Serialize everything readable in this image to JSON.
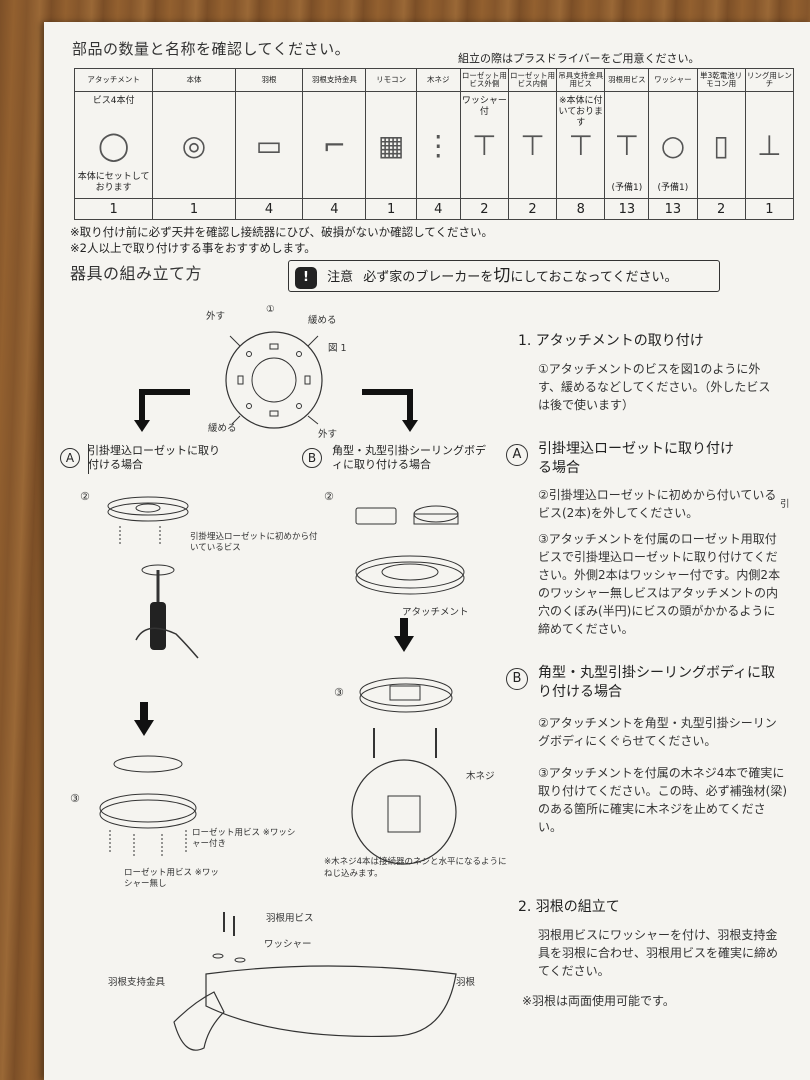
{
  "header": {
    "title": "部品の数量と名称を確認してください。",
    "right_note": "組立の際はプラスドライバーをご用意ください。"
  },
  "parts_table": {
    "columns": [
      {
        "name": "アタッチメント",
        "qty": "1",
        "note_top": "ビス4本付",
        "note_bottom": "本体にセットしております"
      },
      {
        "name": "本体",
        "qty": "1"
      },
      {
        "name": "羽根",
        "qty": "4"
      },
      {
        "name": "羽根支持金具",
        "qty": "4"
      },
      {
        "name": "リモコン",
        "qty": "1"
      },
      {
        "name": "木ネジ",
        "qty": "4"
      },
      {
        "name": "ローゼット用ビス外側",
        "qty": "2",
        "note_top": "ワッシャー付"
      },
      {
        "name": "ローゼット用ビス内側",
        "qty": "2"
      },
      {
        "name": "吊具支持金具用ビス",
        "qty": "8",
        "note_top": "※本体に付いております"
      },
      {
        "name": "羽根用ビス",
        "qty": "13",
        "note_bottom": "(予備1)"
      },
      {
        "name": "ワッシャー",
        "qty": "13",
        "note_bottom": "(予備1)"
      },
      {
        "name": "単3乾電池リモコン用",
        "qty": "2"
      },
      {
        "name": "リング用レンチ",
        "qty": "1"
      }
    ]
  },
  "warnings": [
    "※取り付け前に必ず天井を確認し接続器にひび、破損がないか確認してください。",
    "※2人以上で取り付けする事をおすすめします。"
  ],
  "assembly_title": "器具の組み立て方",
  "caution": {
    "label": "注意",
    "text_before": "必ず家のブレーカーを",
    "emphasis": "切",
    "text_after": "にしておこなってください。"
  },
  "figure1": {
    "label": "図 1",
    "step": "①",
    "remove_label": "外す",
    "loosen_label": "緩める"
  },
  "case_a": {
    "letter": "A",
    "title": "引掛埋込ローゼットに取り付ける場合",
    "step2": "②",
    "step3": "③",
    "screw_note": "引掛埋込ローゼットに初めから付いているビス",
    "rosette_screw_washer": "ローゼット用ビス ※ワッシャー付き",
    "rosette_screw_no_washer": "ローゼット用ビス ※ワッシャー無し"
  },
  "case_b": {
    "letter": "B",
    "title": "角型・丸型引掛シーリングボディに取り付ける場合",
    "step2": "②",
    "step3": "③",
    "attachment_label": "アタッチメント",
    "wood_screw_label": "木ネジ",
    "wood_screw_note": "※木ネジ4本は接続器のネジと水平になるようにねじ込みます。"
  },
  "blade_fig": {
    "blade_screw": "羽根用ビス",
    "washer": "ワッシャー",
    "bracket": "羽根支持金具",
    "blade": "羽根"
  },
  "instructions": {
    "s1_title": "1. アタッチメントの取り付け",
    "s1_text": "①アタッチメントのビスを図1のように外す、緩めるなどしてください。（外したビスは後で使います）",
    "a_title": "引掛埋込ローゼットに取り付ける場合",
    "a_p2": "②引掛埋込ローゼットに初めから付いているビス(2本)を外してください。",
    "a_p3": "③アタッチメントを付属のローゼット用取付ビスで引掛埋込ローゼットに取り付けてください。外側2本はワッシャー付です。内側2本のワッシャー無しビスはアタッチメントの内穴のくぼみ(半円)にビスの頭がかかるように締めてください。",
    "b_title": "角型・丸型引掛シーリングボディに取り付ける場合",
    "b_p2": "②アタッチメントを角型・丸型引掛シーリングボディにくぐらせてください。",
    "b_p3": "③アタッチメントを付属の木ネジ4本で確実に取り付けてください。この時、必ず補強材(梁)のある箇所に確実に木ネジを止めてください。",
    "s2_title": "2. 羽根の組立て",
    "s2_text": "羽根用ビスにワッシャーを付け、羽根支持金具を羽根に合わせ、羽根用ビスを確実に締めてください。",
    "s2_note": "※羽根は両面使用可能です。",
    "edge_fragment": "引"
  }
}
